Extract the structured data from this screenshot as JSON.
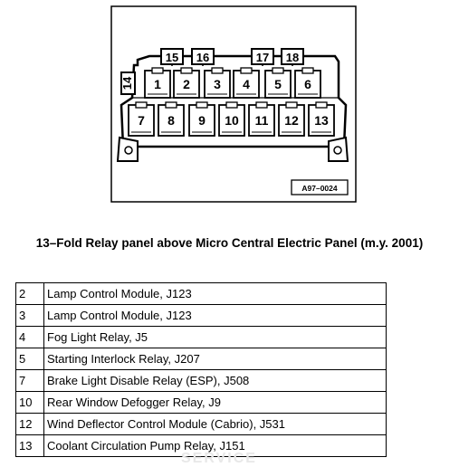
{
  "diagram": {
    "figure_code": "A97–0024",
    "top_labels": [
      "15",
      "16",
      "17",
      "18"
    ],
    "side_label": "14",
    "row1_slots": [
      "1",
      "2",
      "3",
      "4",
      "5",
      "6"
    ],
    "row2_slots": [
      "7",
      "8",
      "9",
      "10",
      "11",
      "12",
      "13"
    ]
  },
  "caption": "13–Fold Relay panel above Micro Central Electric Panel (m.y. 2001)",
  "relays": [
    {
      "position": "2",
      "description": "Lamp Control Module, J123"
    },
    {
      "position": "3",
      "description": "Lamp Control Module, J123"
    },
    {
      "position": "4",
      "description": "Fog Light Relay, J5"
    },
    {
      "position": "5",
      "description": "Starting Interlock Relay, J207"
    },
    {
      "position": "7",
      "description": "Brake Light Disable Relay (ESP), J508"
    },
    {
      "position": "10",
      "description": "Rear Window Defogger Relay, J9"
    },
    {
      "position": "12",
      "description": "Wind Deflector Control Module (Cabrio), J531"
    },
    {
      "position": "13",
      "description": "Coolant Circulation Pump Relay, J151"
    }
  ],
  "watermark": "SERVICE"
}
